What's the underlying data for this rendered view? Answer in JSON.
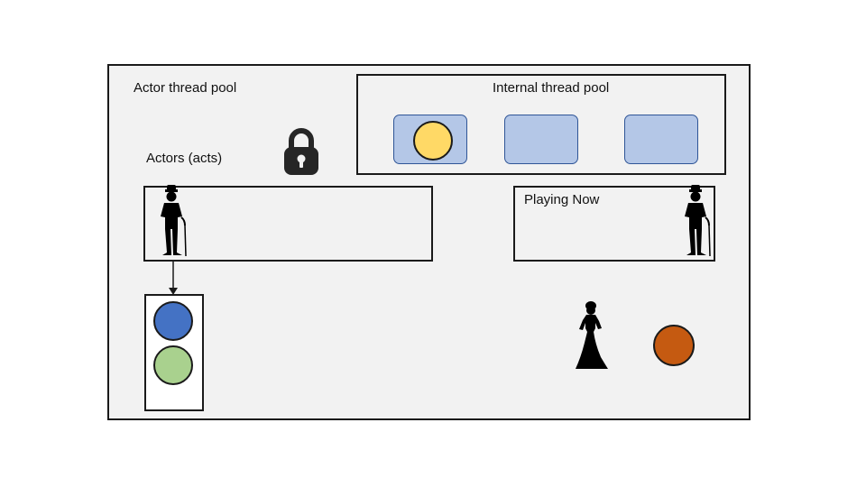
{
  "labels": {
    "actor_pool": "Actor thread pool",
    "internal_pool": "Internal thread pool",
    "actors": "Actors (acts)",
    "playing_now": "Playing Now"
  },
  "icons": {
    "lock": "lock-icon",
    "actor": "male-actor-silhouette",
    "actress": "female-actor-silhouette"
  },
  "colors": {
    "pool_background": "#f2f2f2",
    "slot_fill": "#b4c7e7",
    "slot_border": "#2f5597",
    "yellow_message": "#ffd966",
    "blue_message": "#4472c4",
    "green_message": "#a9d18e",
    "orange_message": "#c55a11"
  }
}
